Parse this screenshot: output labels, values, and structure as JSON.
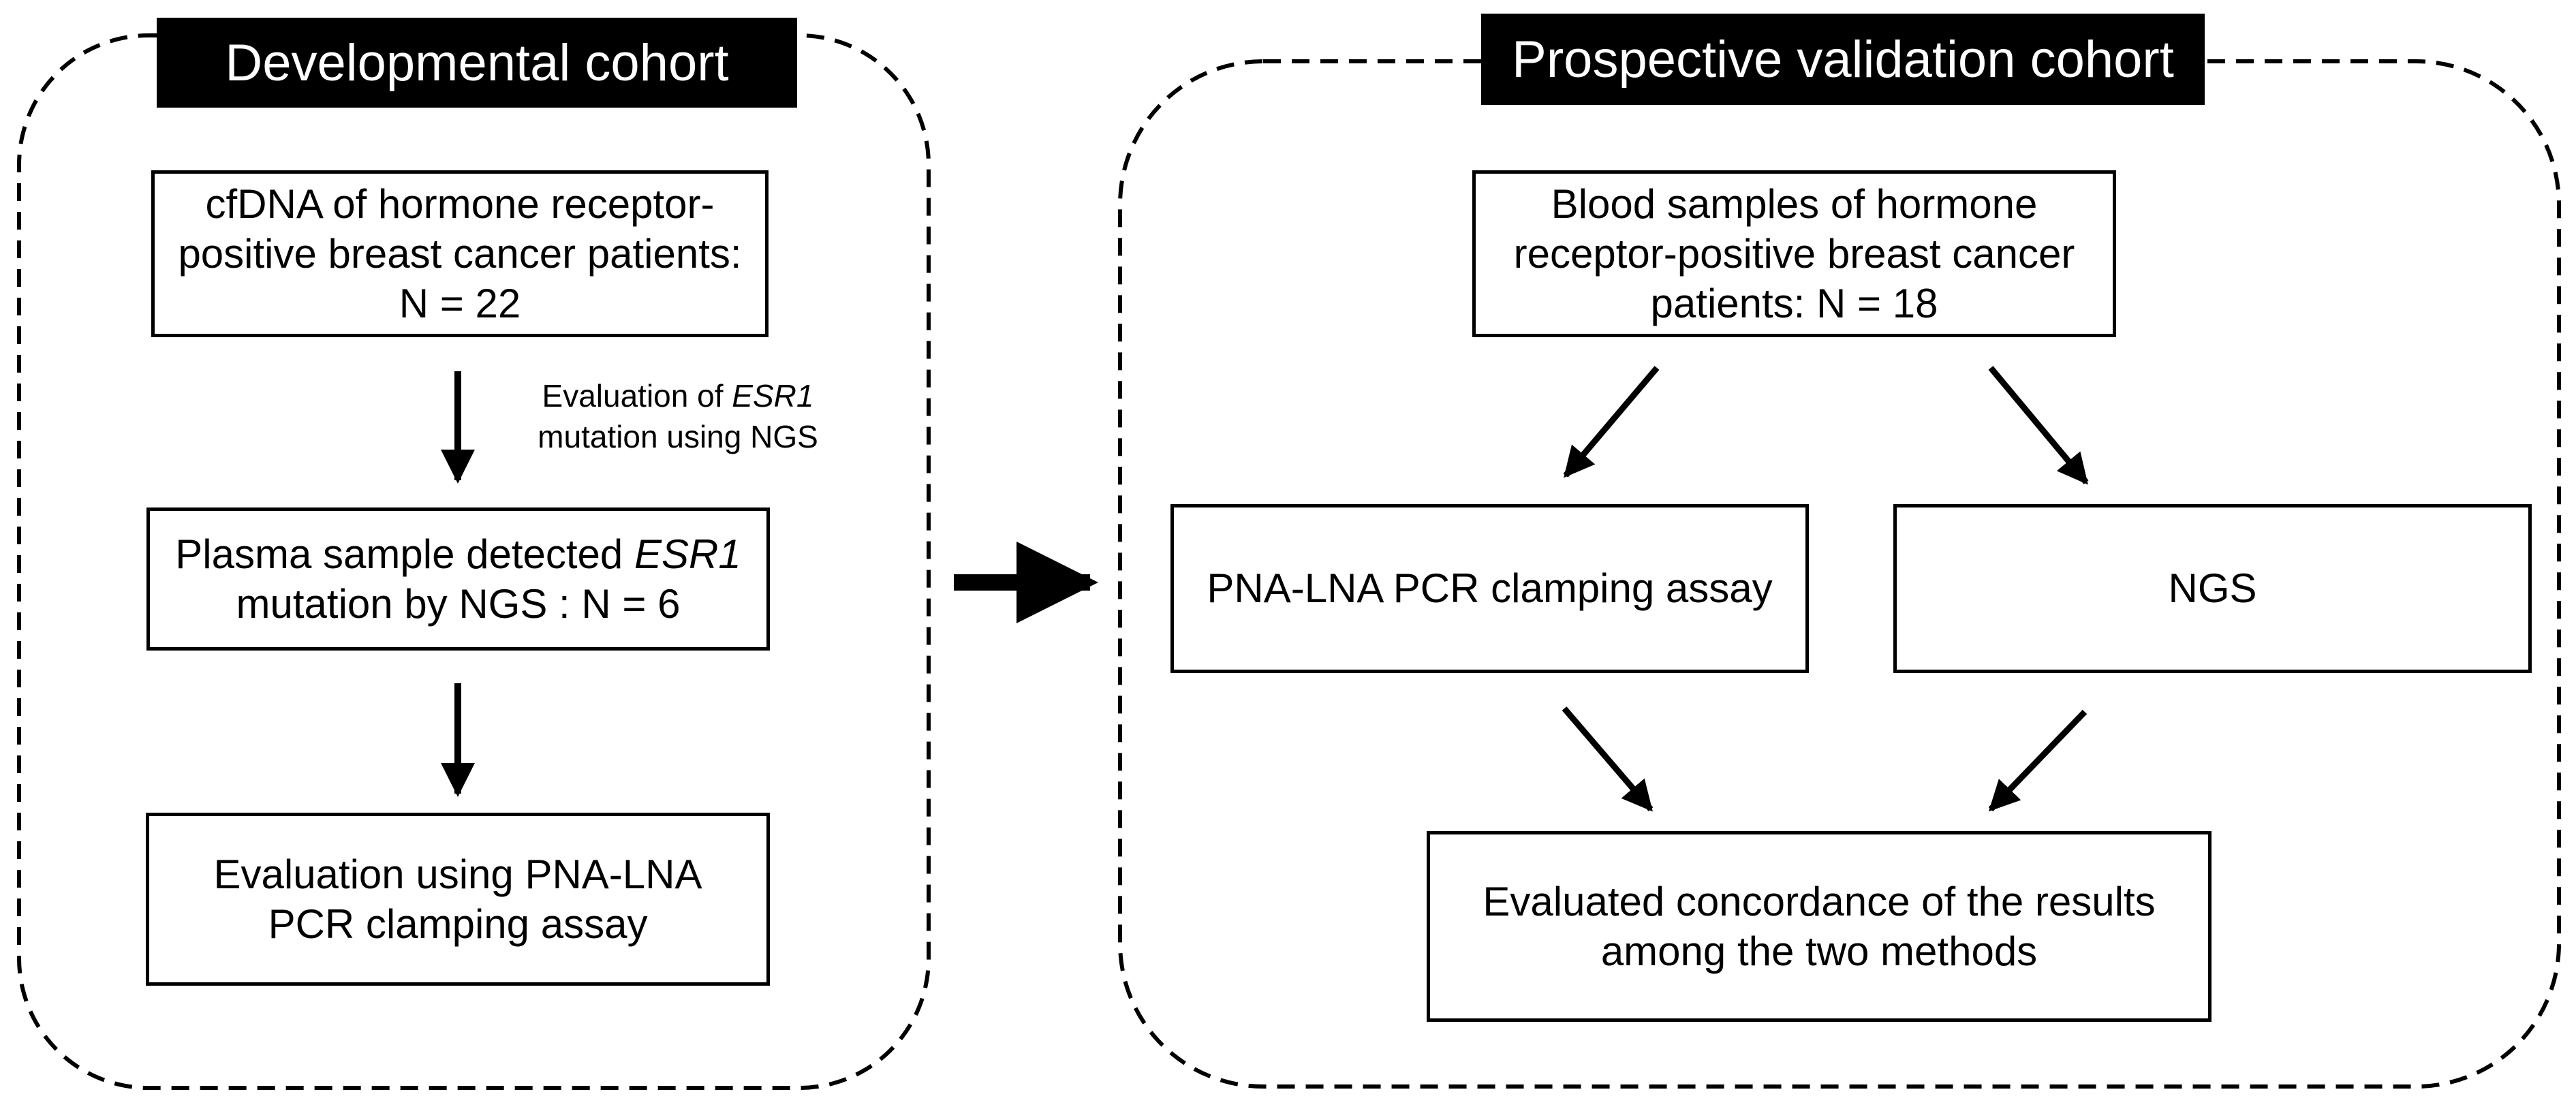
{
  "colors": {
    "line": "#000000",
    "title_bg": "#000000",
    "title_text": "#ffffff"
  },
  "developmental": {
    "title": "Developmental cohort",
    "box1": {
      "line1": "cfDNA of hormone receptor-",
      "line2": "positive breast cancer patients:",
      "line3": "N = 22"
    },
    "note": {
      "line1_prefix": "Evaluation of ",
      "line1_italic": "ESR1",
      "line2": "mutation using NGS"
    },
    "box2": {
      "line1_prefix": "Plasma sample detected ",
      "line1_italic": "ESR1",
      "line2": "mutation by NGS : N = 6"
    },
    "box3": {
      "line1": "Evaluation using PNA-LNA",
      "line2": "PCR clamping assay"
    }
  },
  "validation": {
    "title": "Prospective validation cohort",
    "box1": {
      "line1": "Blood samples of hormone",
      "line2": "receptor-positive breast cancer",
      "line3": "patients: N = 18"
    },
    "box_left": {
      "label": "PNA-LNA PCR clamping assay"
    },
    "box_right": {
      "label": "NGS"
    },
    "box_bottom": {
      "line1": "Evaluated concordance of the results",
      "line2": "among the two methods"
    }
  }
}
